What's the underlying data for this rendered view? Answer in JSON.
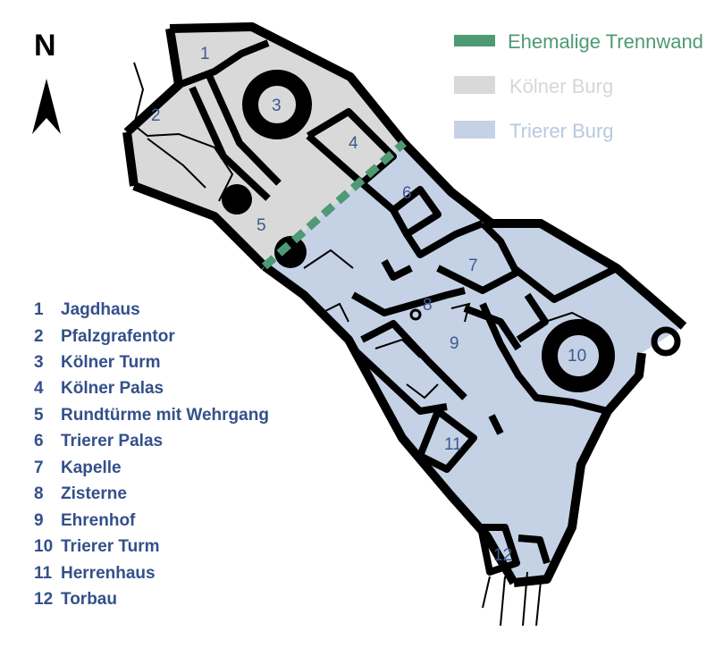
{
  "north": "N",
  "colors": {
    "koelner": "#d9d9d9",
    "trierer": "#c5d2e6",
    "wall": "#000000",
    "trennwand": "#4e9a74",
    "key_text": "#34508a",
    "map_label": "#3d5a8e"
  },
  "legend": [
    {
      "label": "Ehemalige Trennwand",
      "color": "#4e9a74",
      "text_color": "#4e9a74"
    },
    {
      "label": "Kölner Burg",
      "color": "#d9d9d9",
      "text_color": "#d6d6d6"
    },
    {
      "label": "Trierer Burg",
      "color": "#c5d2e6",
      "text_color": "#b9c8e0"
    }
  ],
  "map_labels": [
    "1",
    "2",
    "3",
    "4",
    "5",
    "6",
    "7",
    "8",
    "9",
    "10",
    "11",
    "12"
  ],
  "key": [
    {
      "num": "1",
      "name": "Jagdhaus"
    },
    {
      "num": "2",
      "name": "Pfalzgrafentor"
    },
    {
      "num": "3",
      "name": "Kölner Turm"
    },
    {
      "num": "4",
      "name": "Kölner Palas"
    },
    {
      "num": "5",
      "name": "Rundtürme mit Wehrgang"
    },
    {
      "num": "6",
      "name": "Trierer Palas"
    },
    {
      "num": "7",
      "name": "Kapelle"
    },
    {
      "num": "8",
      "name": "Zisterne"
    },
    {
      "num": "9",
      "name": "Ehrenhof"
    },
    {
      "num": "10",
      "name": "Trierer Turm"
    },
    {
      "num": "11",
      "name": "Herrenhaus"
    },
    {
      "num": "12",
      "name": "Torbau"
    }
  ]
}
